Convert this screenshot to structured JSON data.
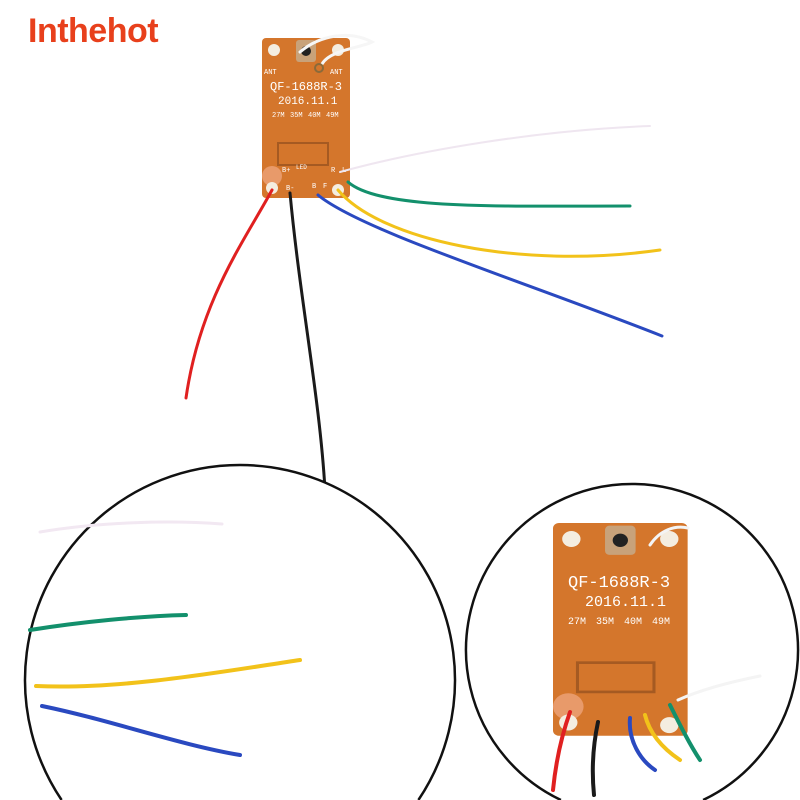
{
  "watermark": "Inthehot",
  "board": {
    "ant_left": "ANT",
    "ant_right": "ANT",
    "model": "QF-1688R-3",
    "date": "2016.11.1",
    "freqs": [
      "27M",
      "35M",
      "40M",
      "49M"
    ],
    "pins": {
      "b_plus": "B+",
      "b_minus": "B-",
      "led": "LED",
      "b": "B",
      "f": "F",
      "r": "R",
      "l": "L"
    }
  },
  "colors": {
    "board": "#d4762c",
    "red": "#e02020",
    "black": "#1a1a1a",
    "green": "#13906c",
    "yellow": "#f2c21a",
    "blue": "#2a49c0",
    "brand": "#e8401c"
  }
}
